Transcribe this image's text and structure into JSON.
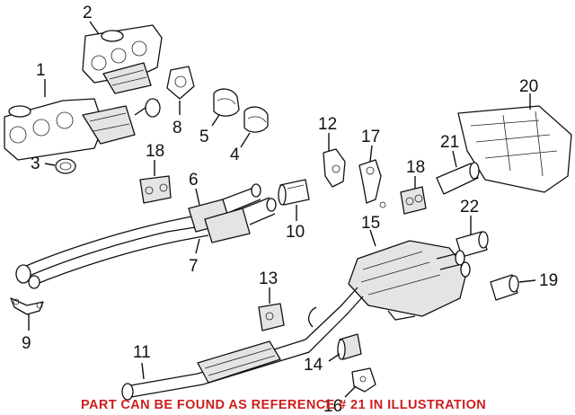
{
  "callouts": {
    "c1": "1",
    "c2": "2",
    "c3": "3",
    "c4": "4",
    "c5": "5",
    "c6": "6",
    "c7": "7",
    "c8": "8",
    "c9": "9",
    "c10": "10",
    "c11": "11",
    "c12": "12",
    "c13": "13",
    "c14": "14",
    "c15": "15",
    "c16": "16",
    "c17": "17",
    "c18a": "18",
    "c18b": "18",
    "c19": "19",
    "c20": "20",
    "c21": "21",
    "c22": "22"
  },
  "footer_note": "PART CAN BE FOUND AS REFERENCE # 21 IN ILLUSTRATION",
  "colors": {
    "line": "#111111",
    "note": "#cc1f1f",
    "background": "#ffffff"
  }
}
